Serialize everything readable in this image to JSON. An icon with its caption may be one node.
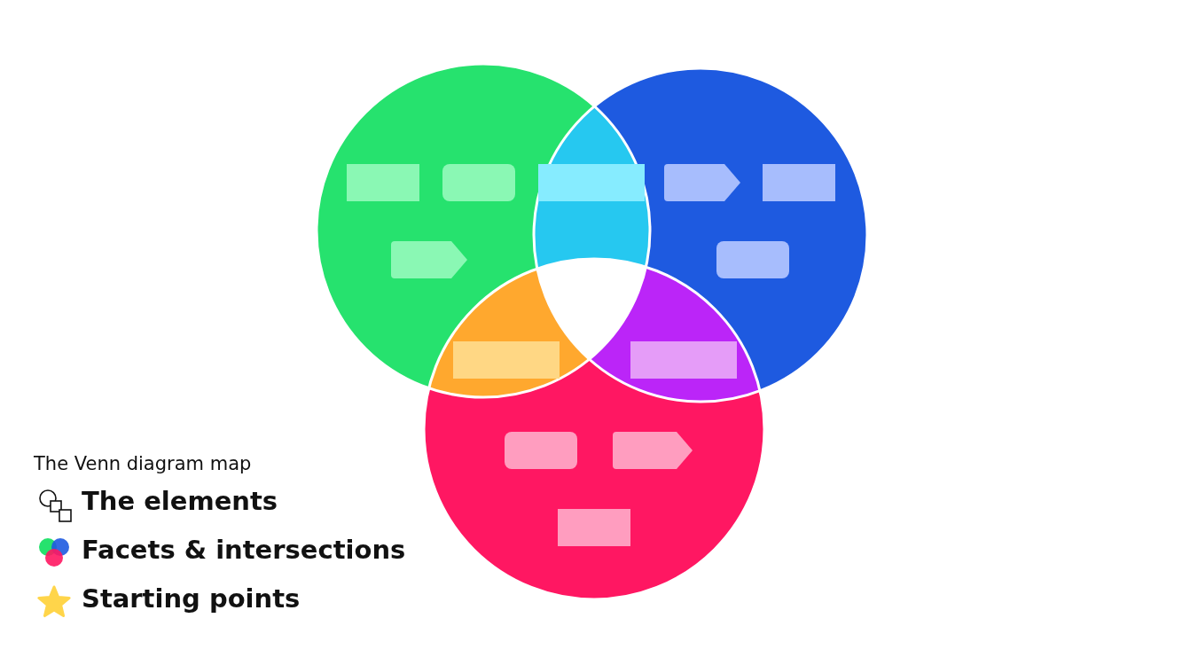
{
  "diagram": {
    "labels": [
      "The Venn diagram map",
      "The elements",
      "Facets & intersections",
      "Starting points"
    ]
  }
}
